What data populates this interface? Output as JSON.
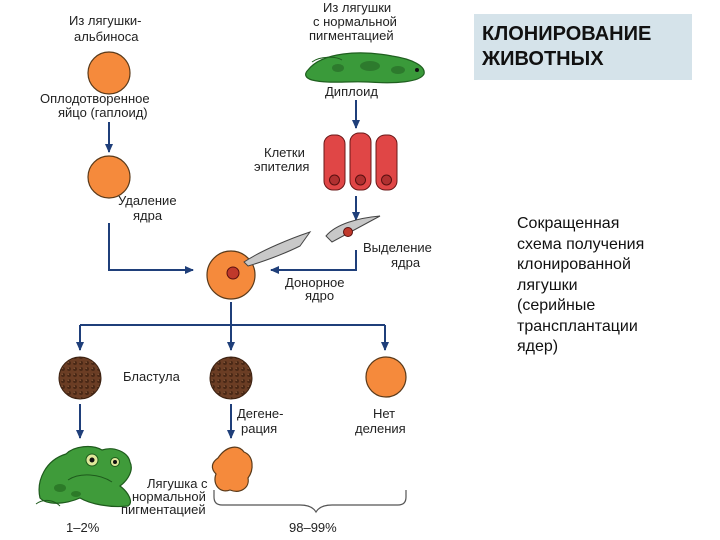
{
  "title": {
    "line1": "КЛОНИРОВАНИЕ",
    "line2": "ЖИВОТНЫХ"
  },
  "caption": {
    "lines": [
      "Сокращенная",
      "схема получения",
      "клонированной",
      "лягушки",
      "(серийные",
      "трансплантации",
      "ядер)"
    ]
  },
  "labels": {
    "albino_1": "Из лягушки-",
    "albino_2": "альбиноса",
    "normal_1": "Из лягушки",
    "normal_2": "с нормальной",
    "normal_3": "пигментацией",
    "egg_1": "Оплодотворенное",
    "egg_2": "яйцо (гаплоид)",
    "diploid": "Диплоид",
    "cells_1": "Клетки",
    "cells_2": "эпителия",
    "removal_1": "Удаление",
    "removal_2": "ядра",
    "extract_1": "Выделение",
    "extract_2": "ядра",
    "donor_1": "Донорное",
    "donor_2": "ядро",
    "blastula": "Бластула",
    "degen_1": "Дегене-",
    "degen_2": "рация",
    "nodiv_1": "Нет",
    "nodiv_2": "деления",
    "frog_1": "Лягушка с",
    "frog_2": "нормальной",
    "frog_3": "пигментацией",
    "pct_1": "1–2%",
    "pct_2": "98–99%"
  },
  "colors": {
    "egg": "#f58a3c",
    "egg_stroke": "#5a3a1a",
    "nucleus": "#c0392b",
    "cell_red": "#e04646",
    "blastula": "#6b3d24",
    "arrow": "#1f3f7a",
    "tadpole": "#3a9a3a",
    "frog": "#3f9b3a",
    "title_bg": "#d5e3ea"
  }
}
